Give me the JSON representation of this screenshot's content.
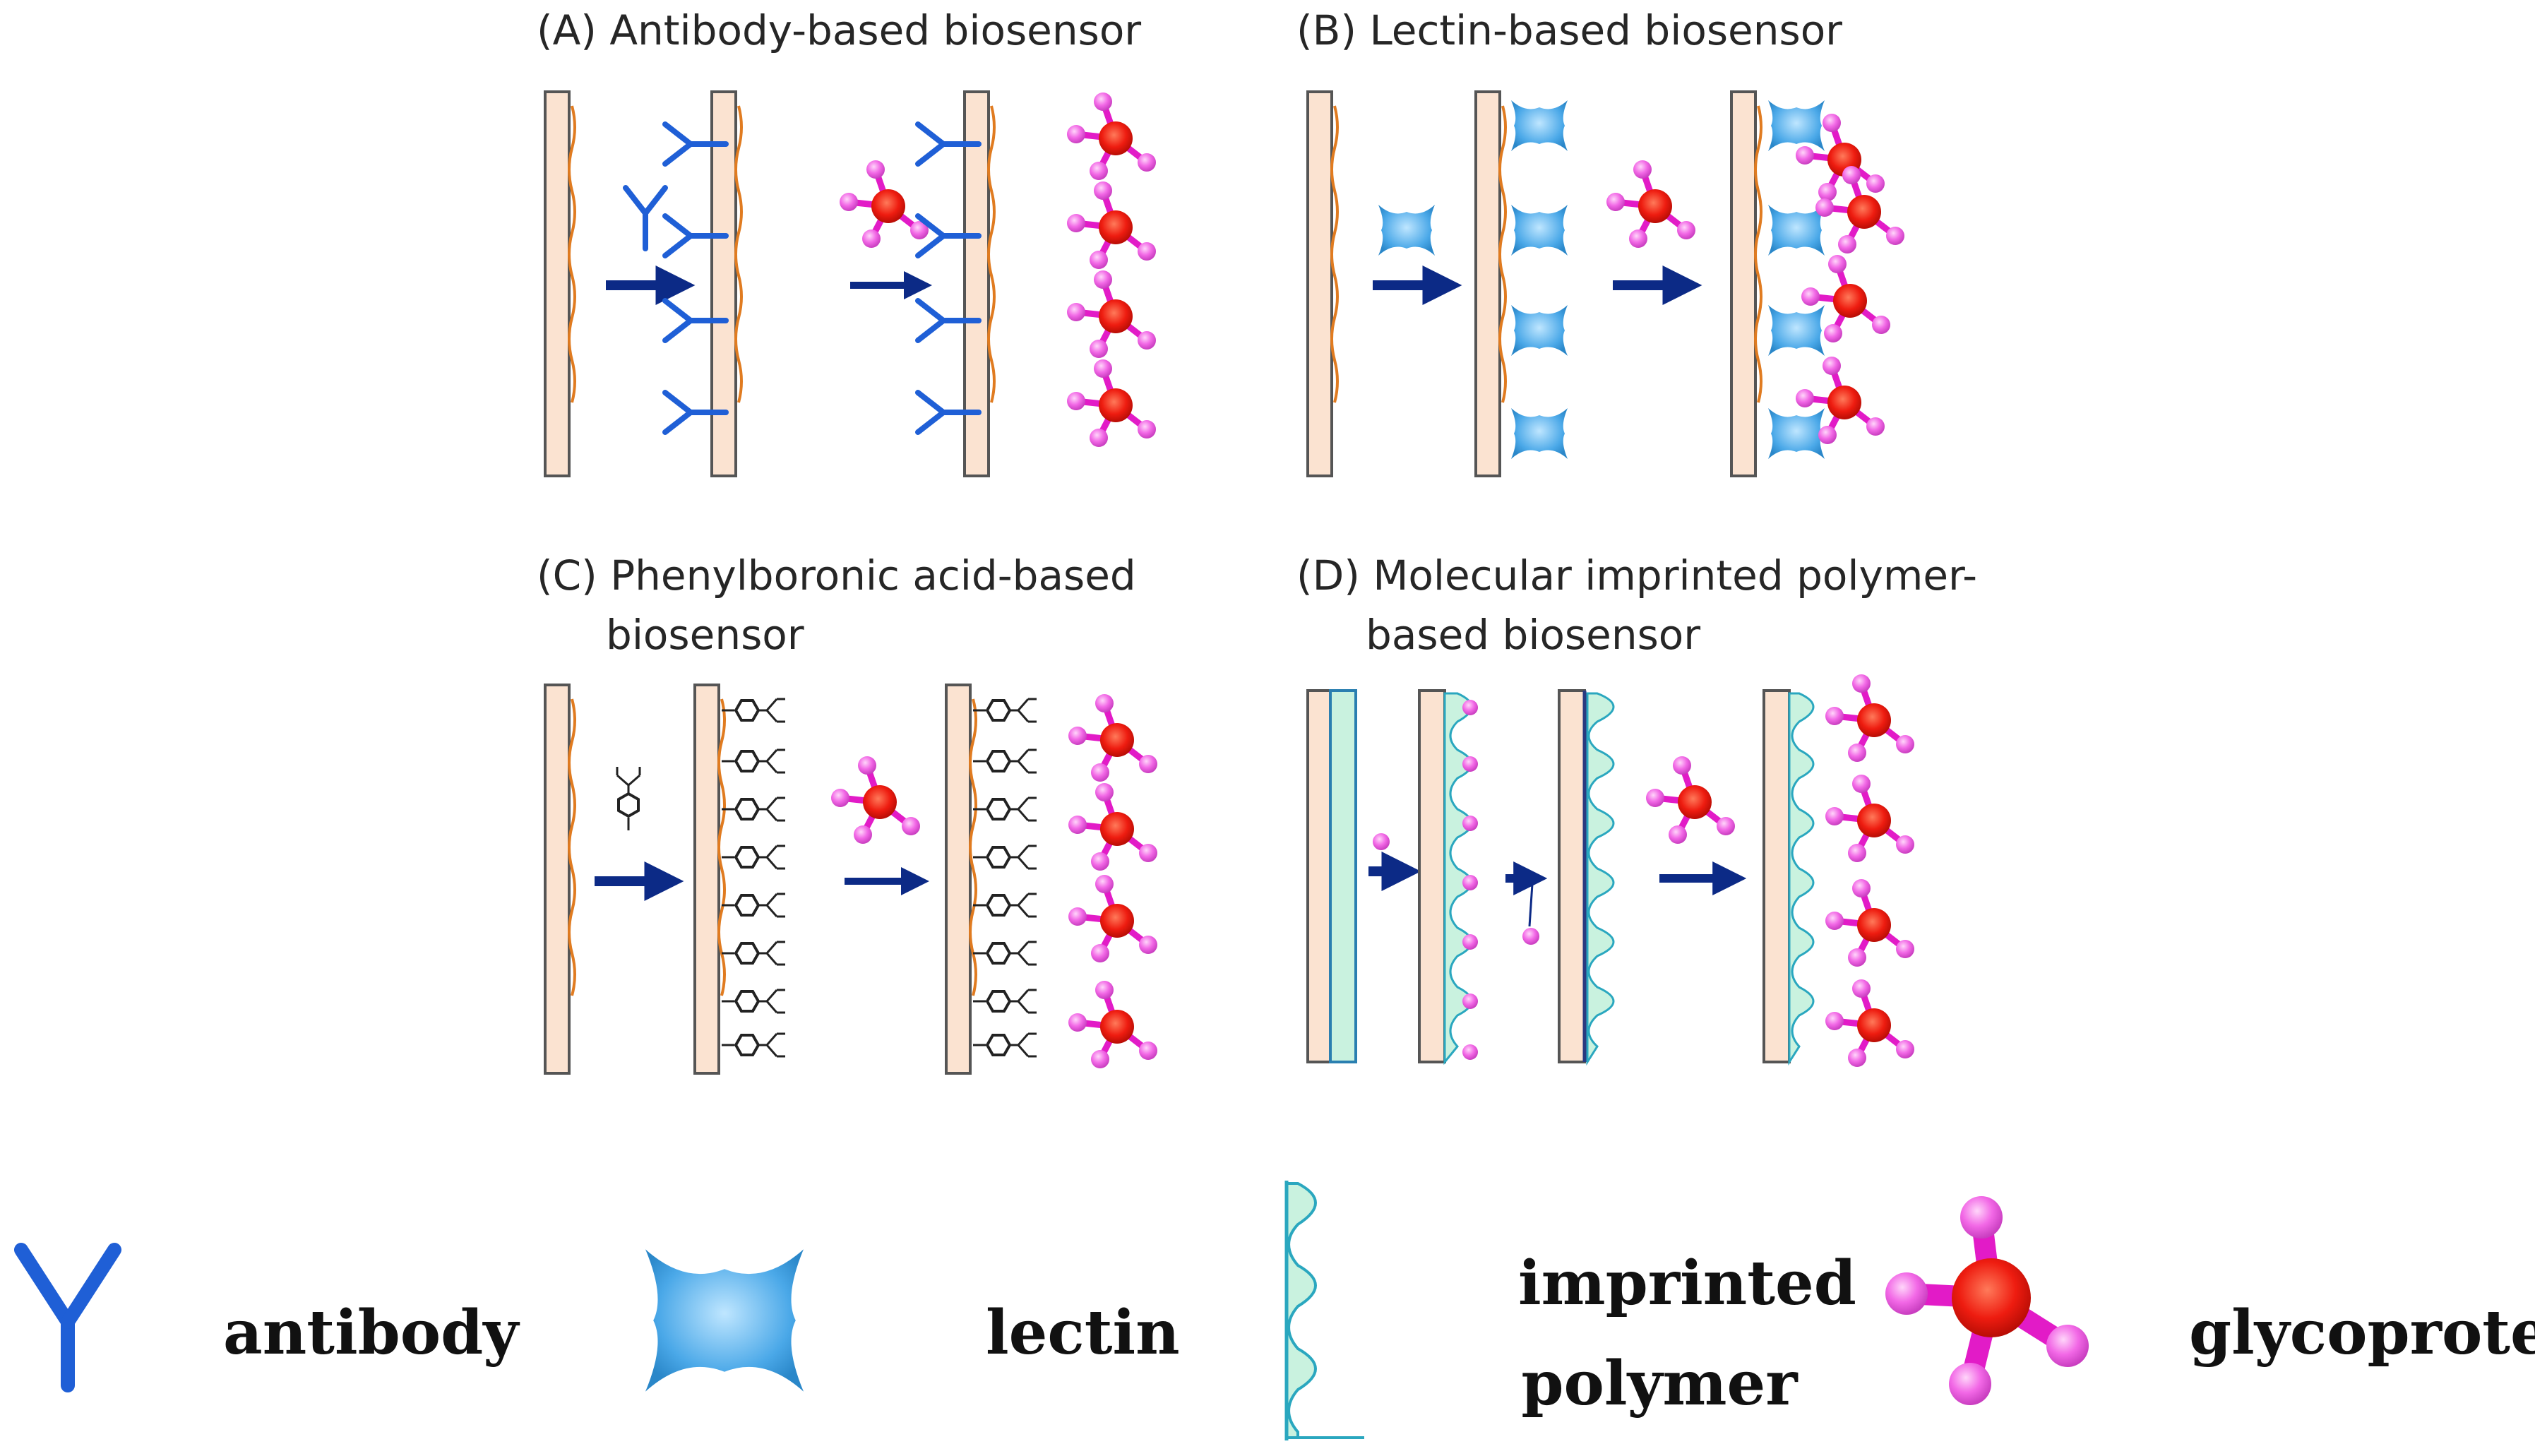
{
  "panels": {
    "a": {
      "title": "(A) Antibody-based biosensor"
    },
    "b": {
      "title": "(B) Lectin-based biosensor"
    },
    "c": {
      "title_line1": "(C) Phenylboronic acid-based",
      "title_line2": "biosensor"
    },
    "d": {
      "title_line1": "(D) Molecular imprinted polymer-",
      "title_line2": "based biosensor"
    }
  },
  "legend": {
    "antibody": "antibody",
    "lectin": "lectin",
    "polymer_line1": "imprinted",
    "polymer_line2": "polymer",
    "glycoprotein": "glycoprotein"
  },
  "colors": {
    "electrode_fill": "#fbe3d1",
    "electrode_edge": "#555555",
    "surface_trace": "#e07b20",
    "antibody": "#1f5fd6",
    "arrow": "#0c2a86",
    "lectin": "#4aa8e8",
    "polymer": "#c9f2df",
    "polymer_edge": "#2aa7bf",
    "glyco_core": "#ee1c10",
    "glyco_arm": "#e21bc7",
    "glyco_ball": "#f268e6"
  }
}
